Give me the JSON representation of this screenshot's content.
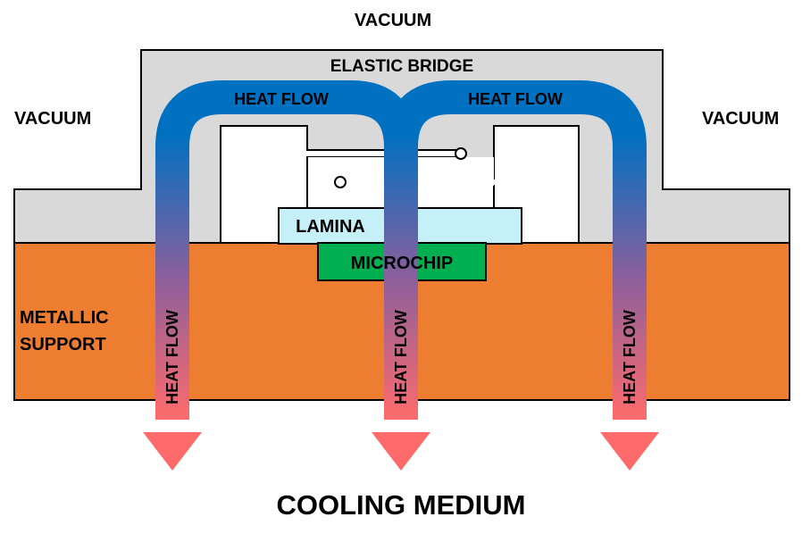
{
  "labels": {
    "vacuum_top": "VACUUM",
    "vacuum_left": "VACUUM",
    "vacuum_right": "VACUUM",
    "elastic_bridge": "ELASTIC BRIDGE",
    "heat_flow_top_left": "HEAT FLOW",
    "heat_flow_top_right": "HEAT FLOW",
    "lamina": "LAMINA",
    "microchip": "MICROCHIP",
    "metallic_support_line1": "METALLIC",
    "metallic_support_line2": "SUPPORT",
    "heat_flow_vertical_left": "HEAT FLOW",
    "heat_flow_vertical_center": "HEAT FLOW",
    "heat_flow_vertical_right": "HEAT FLOW",
    "cooling_medium": "COOLING MEDIUM"
  },
  "colors": {
    "elastic_bridge": "#d9d9d9",
    "metallic_support": "#ed7d31",
    "lamina": "#c5f0f8",
    "microchip": "#00b050",
    "heat_flow_hot": "#0070c0",
    "heat_flow_cold": "#ff6b6b",
    "outline": "#000000"
  }
}
